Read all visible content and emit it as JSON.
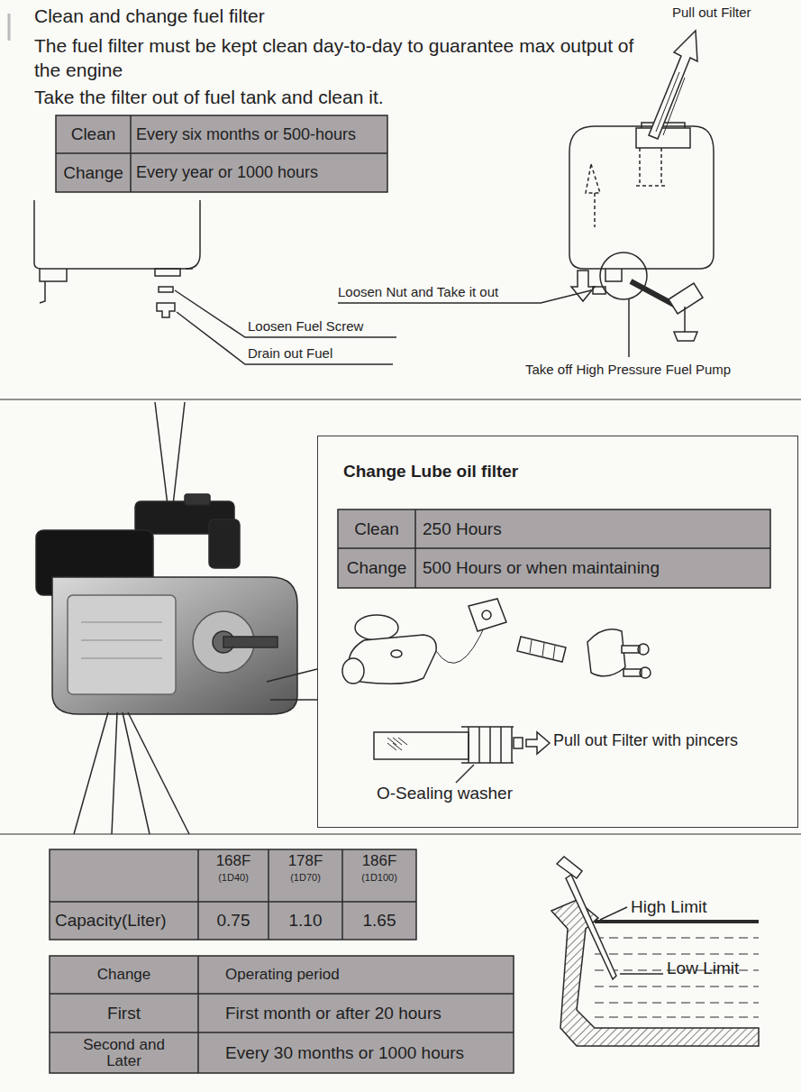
{
  "diagram": {
    "title": "Clean and change fuel filter",
    "nodes": [
      {
        "text": [
          "Change Lube oil filter"
        ]
      }
    ],
    "labels": [
      "The fuel filter must be kept clean day-to-day to guarantee max output of the engine",
      "Take the filter out of fuel tank and clean it.",
      "Clean",
      "Every six months or 500-hours",
      "Change",
      "Every year or 1000 hours",
      "Pull out Filter",
      "Loosen Nut and Take it out",
      "Loosen Fuel Screw",
      "Drain out Fuel",
      "Take off High Pressure Fuel Pump",
      "Clean",
      "250 Hours",
      "Change",
      "500 Hours or when maintaining",
      "Pull out Filter with pincers",
      "O-Sealing washer",
      "168F",
      "(1D40)",
      "178F",
      "(1D70)",
      "186F",
      "(1D100)",
      "Capacity(Liter)",
      "0.75",
      "1.10",
      "1.65",
      "Change",
      "Operating period",
      "First",
      "First month or after 20 hours",
      "Second and Later",
      "Every 30 months or 1000 hours",
      "High Limit",
      "Low Limit"
    ]
  }
}
